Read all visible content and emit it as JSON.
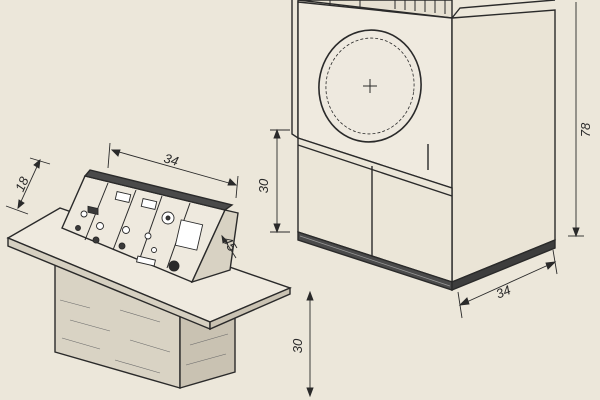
{
  "drawing": {
    "palette": {
      "paper": "#ece7da",
      "ink": "#2a2a2a",
      "shade": "#5a5a5a"
    },
    "dimensions": {
      "console_width": "34",
      "console_depth": "18",
      "console_panel_angle": "45",
      "console_height": "30",
      "cabinet_height": "78",
      "cabinet_lower_height": "30",
      "cabinet_width": "34"
    }
  }
}
